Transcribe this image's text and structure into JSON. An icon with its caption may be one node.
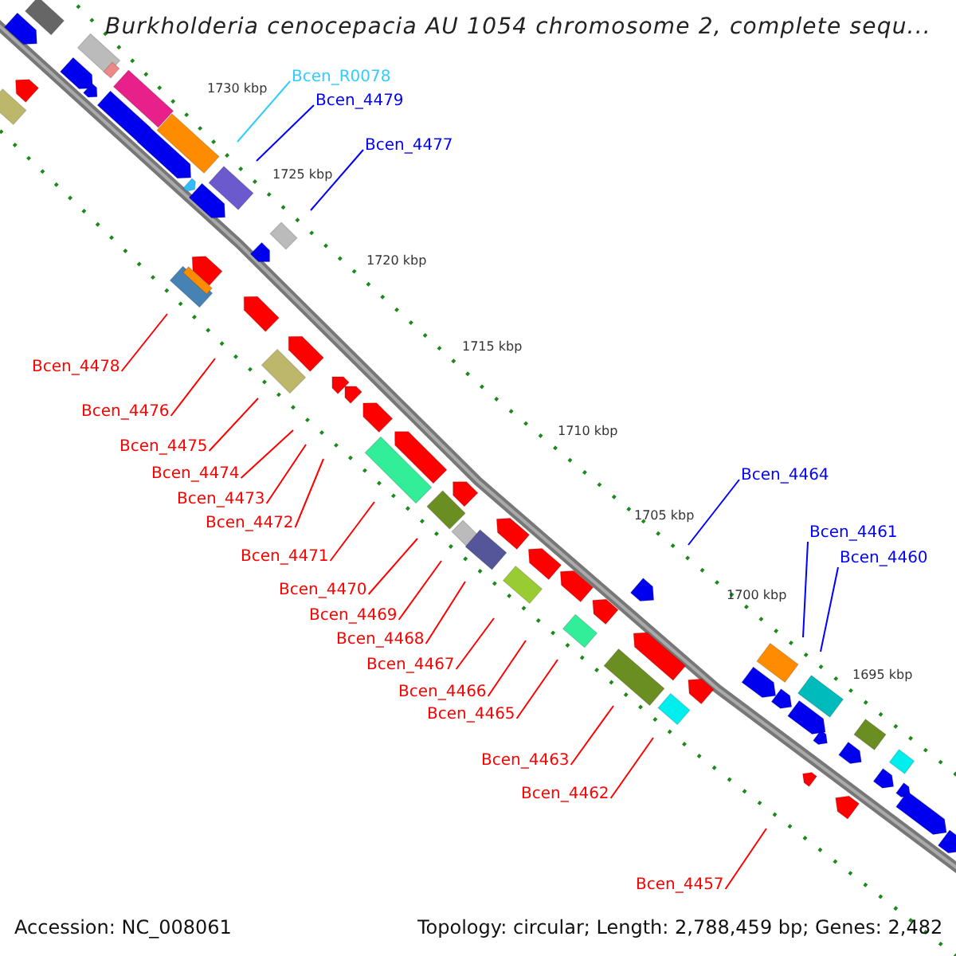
{
  "diagram": {
    "title": "Burkholderia cenocepacia AU 1054 chromosome 2, complete sequ...",
    "nodes": [
      {
        "text": [
          "Bcen_R0078"
        ]
      },
      {
        "text": [
          "Bcen_4479"
        ]
      },
      {
        "text": [
          "Bcen_4477"
        ]
      },
      {
        "text": [
          "Bcen_4478"
        ]
      },
      {
        "text": [
          "Bcen_4476"
        ]
      },
      {
        "text": [
          "Bcen_4475"
        ]
      },
      {
        "text": [
          "Bcen_4474"
        ]
      },
      {
        "text": [
          "Bcen_4464"
        ]
      },
      {
        "text": [
          "Bcen_4473"
        ]
      },
      {
        "text": [
          "Bcen_4472"
        ]
      },
      {
        "text": [
          "Bcen_4461"
        ]
      },
      {
        "text": [
          "Bcen_4471"
        ]
      },
      {
        "text": [
          "Bcen_4460"
        ]
      },
      {
        "text": [
          "Bcen_4470"
        ]
      },
      {
        "text": [
          "Bcen_4469"
        ]
      },
      {
        "text": [
          "Bcen_4468"
        ]
      },
      {
        "text": [
          "Bcen_4467"
        ]
      },
      {
        "text": [
          "Bcen_4466"
        ]
      },
      {
        "text": [
          "Bcen_4465"
        ]
      },
      {
        "text": [
          "Bcen_4463"
        ]
      },
      {
        "text": [
          "Bcen_4462"
        ]
      },
      {
        "text": [
          "Bcen_4457"
        ]
      }
    ],
    "edges": [
      {
        "from": 0,
        "to": null,
        "arrow": "none",
        "color": "#33ccff"
      },
      {
        "from": 1,
        "to": null,
        "arrow": "none",
        "color": "#0000ff"
      },
      {
        "from": 2,
        "to": null,
        "arrow": "none",
        "color": "#0000ff"
      },
      {
        "from": 3,
        "to": null,
        "arrow": "none"
      },
      {
        "from": 4,
        "to": null,
        "arrow": "none"
      },
      {
        "from": 5,
        "to": null,
        "arrow": "none"
      },
      {
        "from": 6,
        "to": null,
        "arrow": "none"
      },
      {
        "from": 7,
        "to": null,
        "arrow": "none",
        "color": "#0000ff"
      },
      {
        "from": 8,
        "to": null,
        "arrow": "none"
      },
      {
        "from": 9,
        "to": null,
        "arrow": "none"
      },
      {
        "from": 10,
        "to": null,
        "arrow": "none",
        "color": "#0000ff"
      },
      {
        "from": 11,
        "to": null,
        "arrow": "none"
      },
      {
        "from": 12,
        "to": null,
        "arrow": "none",
        "color": "#0000ff"
      },
      {
        "from": 13,
        "to": null,
        "arrow": "none"
      },
      {
        "from": 14,
        "to": null,
        "arrow": "none"
      },
      {
        "from": 15,
        "to": null,
        "arrow": "none"
      },
      {
        "from": 16,
        "to": null,
        "arrow": "none"
      },
      {
        "from": 17,
        "to": null,
        "arrow": "none"
      },
      {
        "from": 18,
        "to": null,
        "arrow": "none"
      },
      {
        "from": 19,
        "to": null,
        "arrow": "none"
      },
      {
        "from": 20,
        "to": null,
        "arrow": "none"
      },
      {
        "from": 21,
        "to": null,
        "arrow": "none"
      }
    ],
    "labels": [
      "1730 kbp",
      "1725 kbp",
      "1720 kbp",
      "1715 kbp",
      "1710 kbp",
      "1705 kbp",
      "1700 kbp",
      "1695 kbp",
      "Accession: NC_008061",
      "Topology: circular; Length: 2,788,459 bp; Genes: 2,482"
    ]
  }
}
